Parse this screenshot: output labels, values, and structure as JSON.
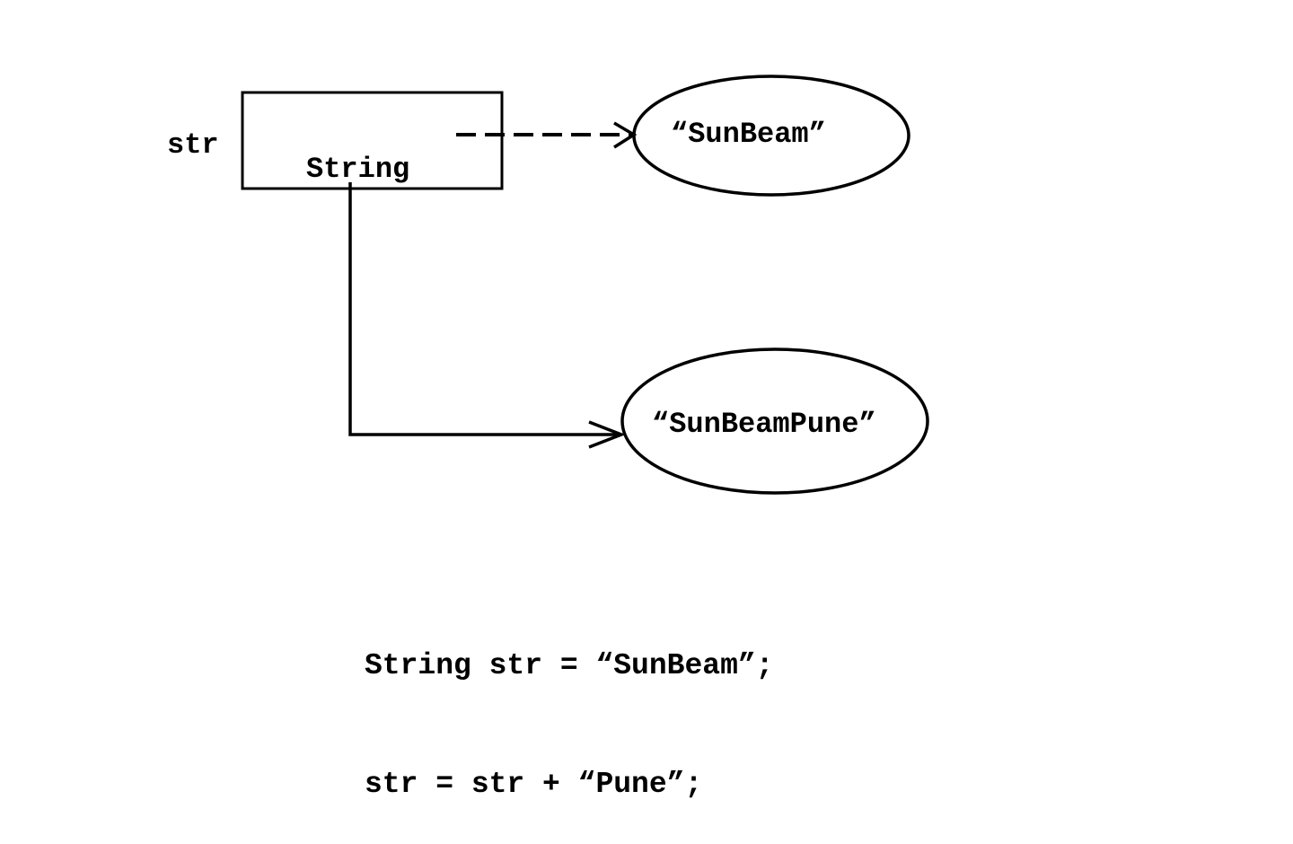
{
  "diagram": {
    "variable_label": "str",
    "reference_type_label": "String",
    "objects": [
      {
        "label": "“SunBeam”"
      },
      {
        "label": "“SunBeamPune”"
      }
    ]
  },
  "code": {
    "lines": [
      "String str = “SunBeam”;",
      "str = str + “Pune”;"
    ]
  },
  "colors": {
    "stroke": "#000000",
    "background": "#ffffff"
  }
}
